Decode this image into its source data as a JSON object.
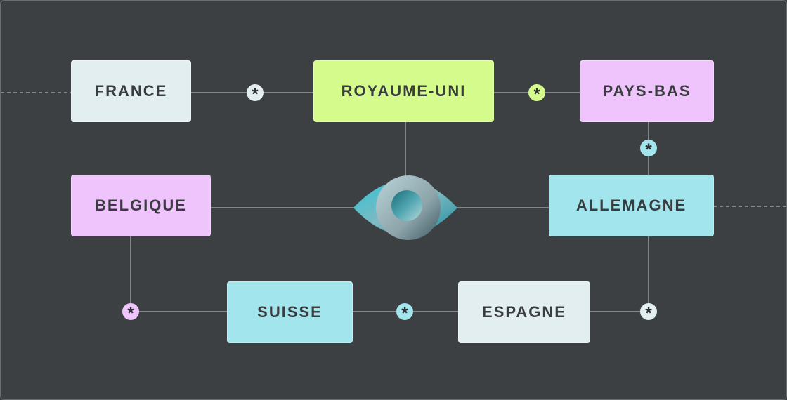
{
  "nodes": {
    "france": "FRANCE",
    "royaume_uni": "ROYAUME-UNI",
    "pays_bas": "PAYS-BAS",
    "belgique": "BELGIQUE",
    "allemagne": "ALLEMAGNE",
    "suisse": "SUISSE",
    "espagne": "ESPAGNE"
  },
  "connector_symbol": "*",
  "colors": {
    "background": "#3d4043",
    "light": "#e3eef0",
    "green": "#d4fb8c",
    "pink": "#efc3fb",
    "cyan": "#a2e5ec",
    "line": "#9a9ea1"
  },
  "center_icon": "eye-icon"
}
